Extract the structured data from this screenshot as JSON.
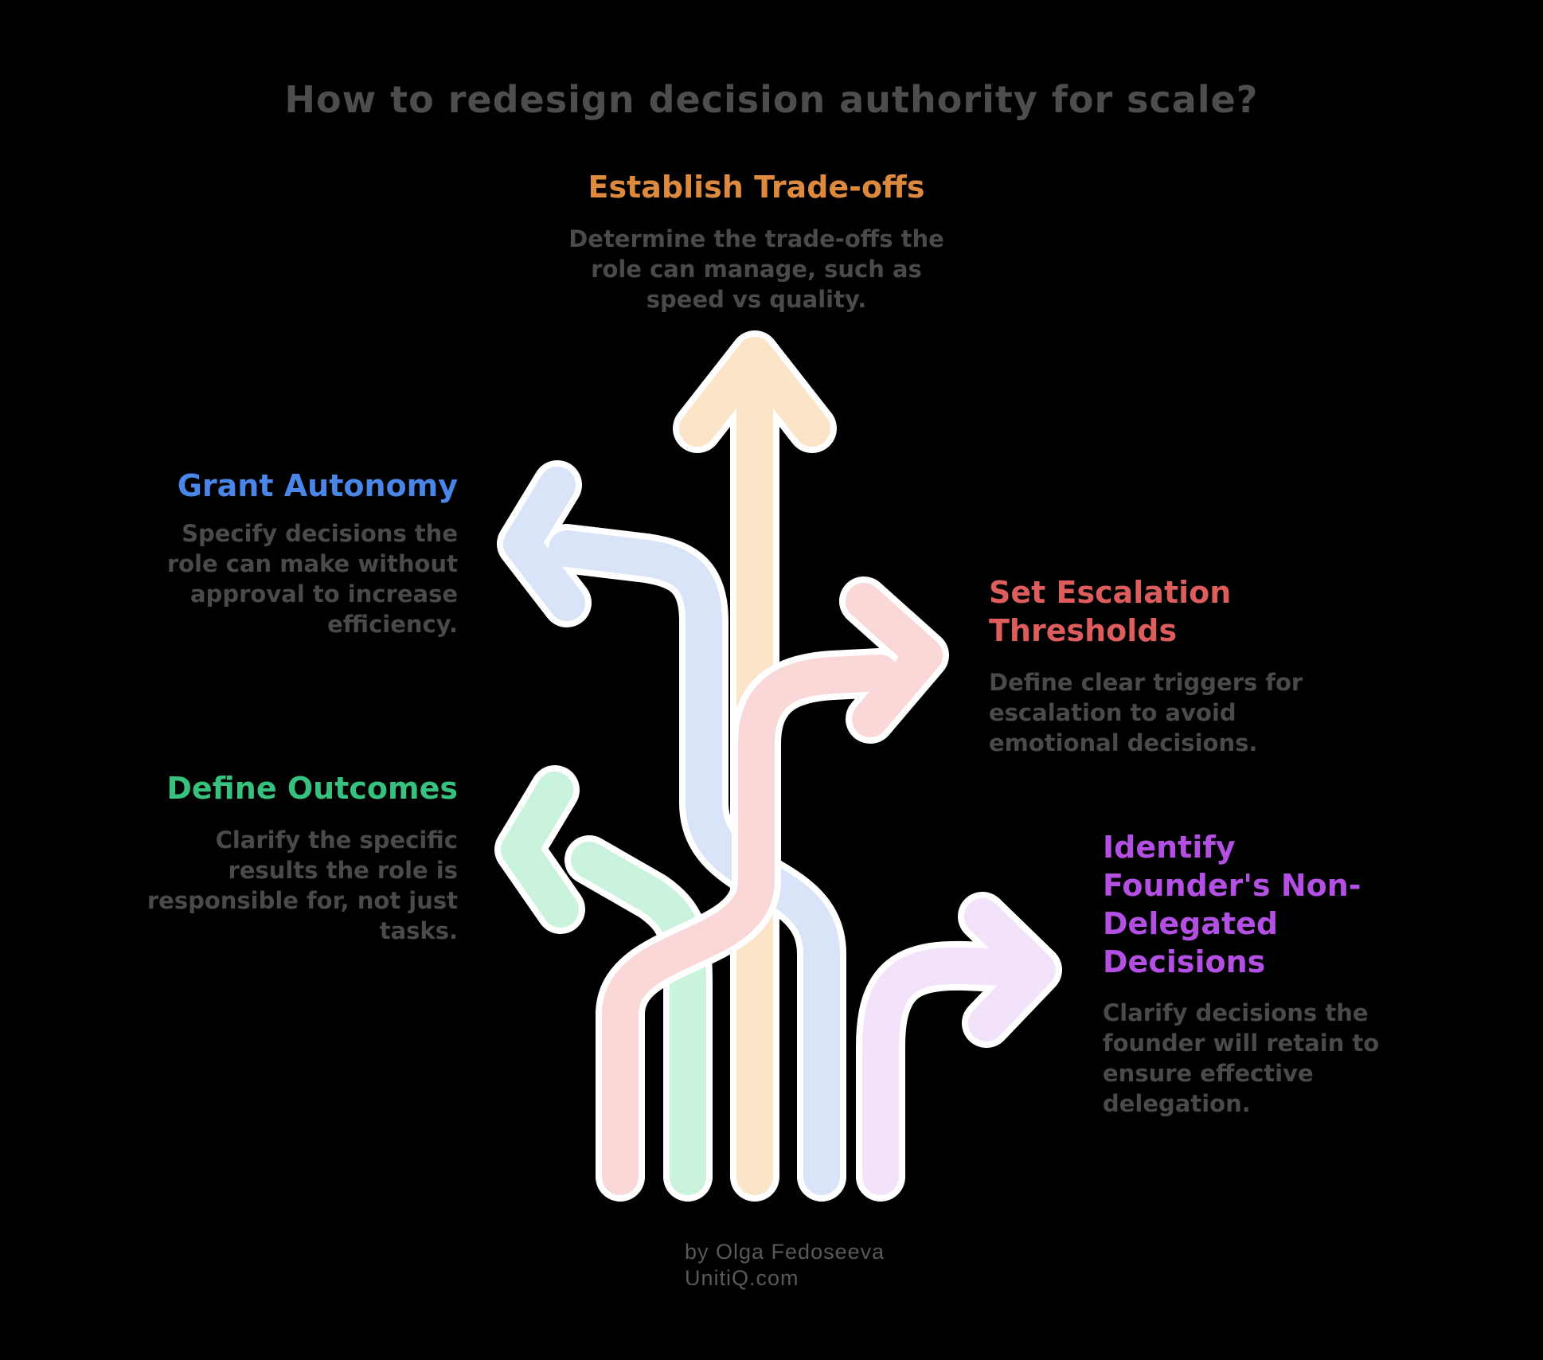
{
  "page": {
    "title": "How to redesign decision authority for scale?",
    "title_color": "#4D4D4D",
    "background_color": "#000000",
    "body_text_color": "#4A4A4A"
  },
  "sections": [
    {
      "name": "establish-trade-offs",
      "heading_lines": [
        "Establish Trade-offs"
      ],
      "heading_color": "#DE8A3E",
      "arrow_color": "#FCE4C8",
      "arrow_direction": "up",
      "body_lines": [
        "Determine the trade-offs the",
        "role can manage, such as",
        "speed vs quality."
      ]
    },
    {
      "name": "grant-autonomy",
      "heading_lines": [
        "Grant Autonomy"
      ],
      "heading_color": "#4A86E8",
      "arrow_color": "#D9E4F8",
      "arrow_direction": "left",
      "body_lines": [
        "Specify decisions the",
        "role can make without",
        "approval to increase",
        "efficiency."
      ]
    },
    {
      "name": "set-escalation-thresholds",
      "heading_lines": [
        "Set Escalation",
        "Thresholds"
      ],
      "heading_color": "#DD5D5D",
      "arrow_color": "#FAD8D8",
      "arrow_direction": "right",
      "body_lines": [
        "Define clear triggers for",
        "escalation to avoid",
        "emotional decisions."
      ]
    },
    {
      "name": "define-outcomes",
      "heading_lines": [
        "Define Outcomes"
      ],
      "heading_color": "#36C17E",
      "arrow_color": "#C9F3DC",
      "arrow_direction": "left",
      "body_lines": [
        "Clarify the specific",
        "results the role is",
        "responsible for, not just",
        "tasks."
      ]
    },
    {
      "name": "identify-founders-non-delegated-decisions",
      "heading_lines": [
        "Identify",
        "Founder's Non-",
        "Delegated",
        "Decisions"
      ],
      "heading_color": "#B44FE3",
      "arrow_color": "#F3E3FA",
      "arrow_direction": "right",
      "body_lines": [
        "Clarify decisions the",
        "founder will retain to",
        "ensure effective",
        "delegation."
      ]
    }
  ],
  "footer": {
    "byline": "by Olga Fedoseeva",
    "website": "UnitiQ.com",
    "color": "#595959"
  }
}
